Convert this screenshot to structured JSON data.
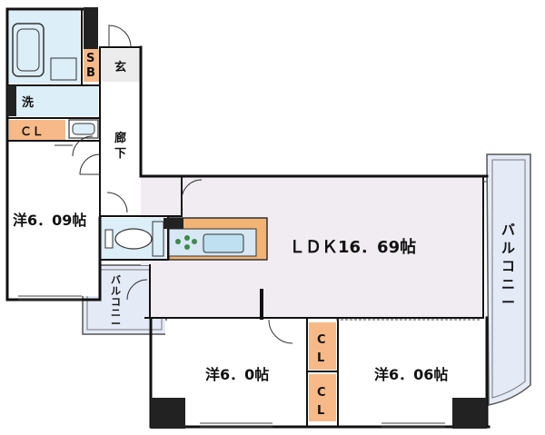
{
  "rooms": {
    "ldk": "ＬＤＫ16．69帖",
    "western1": "洋6．09帖",
    "western2": "洋6．0帖",
    "western3": "洋6．06帖"
  },
  "areas": {
    "entrance": "玄",
    "corridor_1": "廊",
    "corridor_2": "下",
    "laundry": "洗",
    "shoebox_1": "S",
    "shoebox_2": "B",
    "closet_top": "ＣＬ",
    "closet_mid_1": "C",
    "closet_mid_2": "L",
    "closet_low_1": "C",
    "closet_low_2": "L"
  },
  "balconies": {
    "right": [
      "バ",
      "ル",
      "コ",
      "ニ",
      "ー"
    ],
    "small": [
      "バ",
      "ル",
      "コ",
      "ニ",
      "ー"
    ]
  },
  "colors": {
    "wall": "#111111",
    "ldk_floor": "#f1ecf2",
    "wet_area": "#dceef8",
    "closet": "#f6b987",
    "counter": "#f2b474",
    "balcony": "#e5eaf7"
  }
}
